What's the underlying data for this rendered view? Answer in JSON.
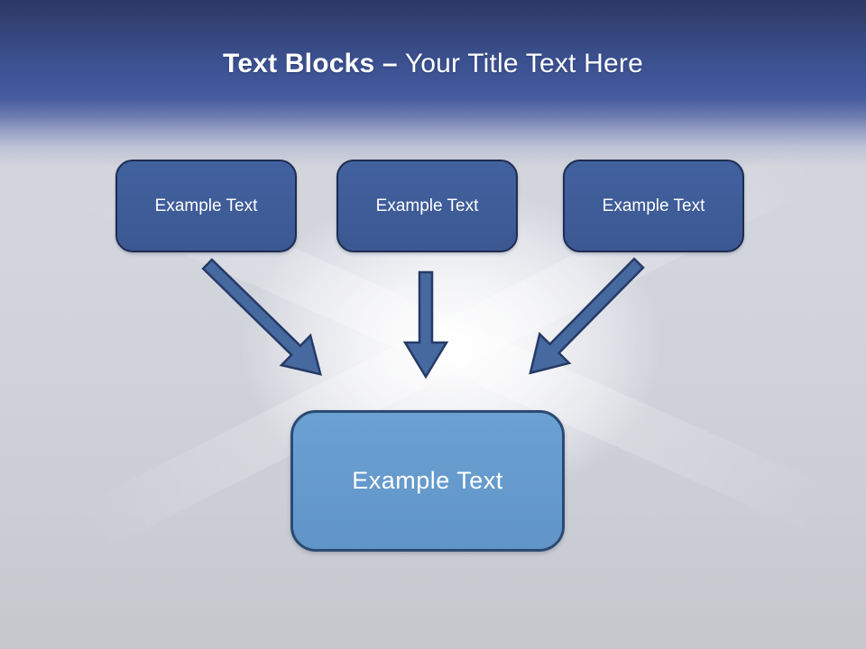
{
  "title": {
    "bold": "Text Blocks –",
    "rest": "Your Title Text Here"
  },
  "blocks": {
    "top": [
      {
        "label": "Example Text"
      },
      {
        "label": "Example Text"
      },
      {
        "label": "Example Text"
      }
    ],
    "bottom": {
      "label": "Example Text"
    }
  },
  "icons": {
    "arrows": [
      "arrow-diagonal-down-right-icon",
      "arrow-down-icon",
      "arrow-diagonal-down-left-icon"
    ],
    "starburst": "starburst-glow"
  },
  "colors": {
    "header_top": "#2d3965",
    "header_mid": "#42579b",
    "body_background": "#cdd0d8",
    "block_fill": "#3d5c98",
    "block_border": "#1d2c50",
    "summary_fill": "#6399cd",
    "summary_border": "#2b4a73",
    "arrow_fill": "#46699f",
    "arrow_border": "#263a66",
    "title_text": "#ffffff",
    "label_text": "#ffffff"
  }
}
